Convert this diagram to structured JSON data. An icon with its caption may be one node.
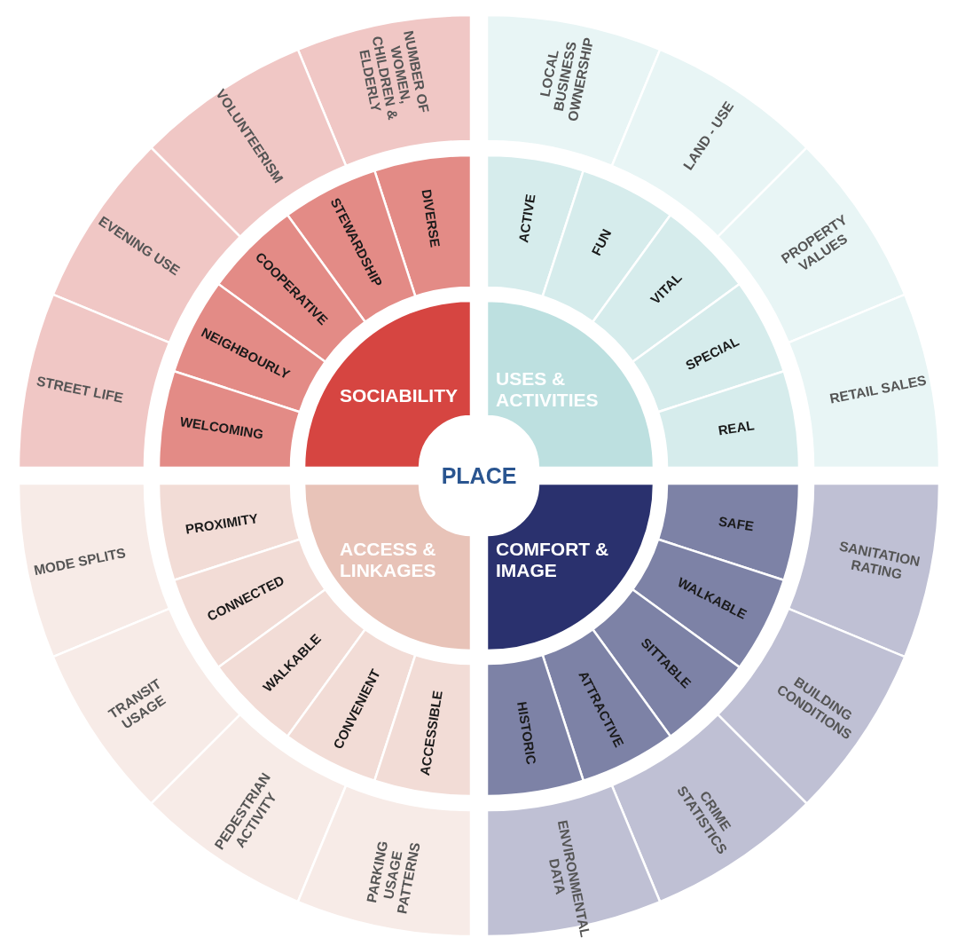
{
  "diagram": {
    "nodes": [
      {
        "text": [
          "PLACE"
        ]
      },
      {
        "text": [
          "SOCIABILITY"
        ]
      },
      {
        "text": [
          "DIVERSE"
        ]
      },
      {
        "text": [
          "STEWARDSHIP"
        ]
      },
      {
        "text": [
          "COOPERATIVE"
        ]
      },
      {
        "text": [
          "NEIGHBOURLY"
        ]
      },
      {
        "text": [
          "WELCOMING"
        ]
      },
      {
        "text": [
          "NUMBER OF WOMEN, CHILDREN & ELDERLY"
        ]
      },
      {
        "text": [
          "VOLUNTEERISM"
        ]
      },
      {
        "text": [
          "EVENING USE"
        ]
      },
      {
        "text": [
          "STREET LIFE"
        ]
      },
      {
        "text": [
          "USES & ACTIVITIES"
        ]
      },
      {
        "text": [
          "ACTIVE"
        ]
      },
      {
        "text": [
          "FUN"
        ]
      },
      {
        "text": [
          "VITAL"
        ]
      },
      {
        "text": [
          "SPECIAL"
        ]
      },
      {
        "text": [
          "REAL"
        ]
      },
      {
        "text": [
          "LOCAL BUSINESS OWNERSHIP"
        ]
      },
      {
        "text": [
          "LAND - USE"
        ]
      },
      {
        "text": [
          "PROPERTY VALUES"
        ]
      },
      {
        "text": [
          "RETAIL SALES"
        ]
      },
      {
        "text": [
          "COMFORT & IMAGE"
        ]
      },
      {
        "text": [
          "SAFE"
        ]
      },
      {
        "text": [
          "WALKABLE"
        ]
      },
      {
        "text": [
          "SITTABLE"
        ]
      },
      {
        "text": [
          "ATTRACTIVE"
        ]
      },
      {
        "text": [
          "HISTORIC"
        ]
      },
      {
        "text": [
          "SANITATION RATING"
        ]
      },
      {
        "text": [
          "BUILDING CONDITIONS"
        ]
      },
      {
        "text": [
          "CRIME STATISTICS"
        ]
      },
      {
        "text": [
          "ENVIRONMENTAL DATA"
        ]
      },
      {
        "text": [
          "ACCESS & LINKAGES"
        ]
      },
      {
        "text": [
          "PROXIMITY"
        ]
      },
      {
        "text": [
          "CONNECTED"
        ]
      },
      {
        "text": [
          "WALKABLE"
        ]
      },
      {
        "text": [
          "CONVENIENT"
        ]
      },
      {
        "text": [
          "ACCESSIBLE"
        ]
      },
      {
        "text": [
          "MODE SPLITS"
        ]
      },
      {
        "text": [
          "TRANSIT USAGE"
        ]
      },
      {
        "text": [
          "PEDESTRIAN ACTIVITY"
        ]
      },
      {
        "text": [
          "PARKING USAGE PATTERNS"
        ]
      }
    ]
  }
}
